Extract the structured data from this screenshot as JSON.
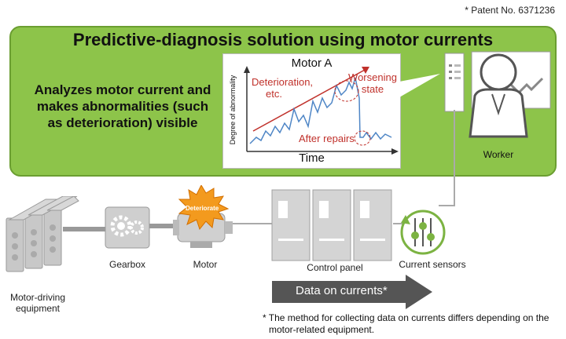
{
  "patent_note": "* Patent No. 6371236",
  "title": "Predictive-diagnosis solution using motor currents",
  "analysis_text": [
    "Analyzes motor current and",
    "makes abnormalities (such",
    "as deterioration) visible"
  ],
  "chart": {
    "title": "Motor A",
    "xlabel": "Time",
    "ylabel": "Degree of abnormality",
    "annotations": {
      "deterioration": [
        "Deterioration,",
        "etc."
      ],
      "worsening": [
        "Worsening",
        "state"
      ],
      "after_repairs": "After repairs"
    }
  },
  "labels": {
    "worker": "Worker",
    "motor_driving": [
      "Motor-driving",
      "equipment"
    ],
    "gearbox": "Gearbox",
    "motor": "Motor",
    "deteriorate_badge": "Deteriorate",
    "control_panel": "Control panel",
    "current_sensors": "Current sensors",
    "data_arrow": "Data on currents*"
  },
  "footnote": [
    "* The method for collecting data on currents differs depending on the",
    "motor-related equipment."
  ],
  "colors": {
    "panel_green": "#8dc44a",
    "annotation_red": "#c0312b",
    "line_blue": "#4f86c6",
    "badge_orange": "#f39a1e"
  }
}
